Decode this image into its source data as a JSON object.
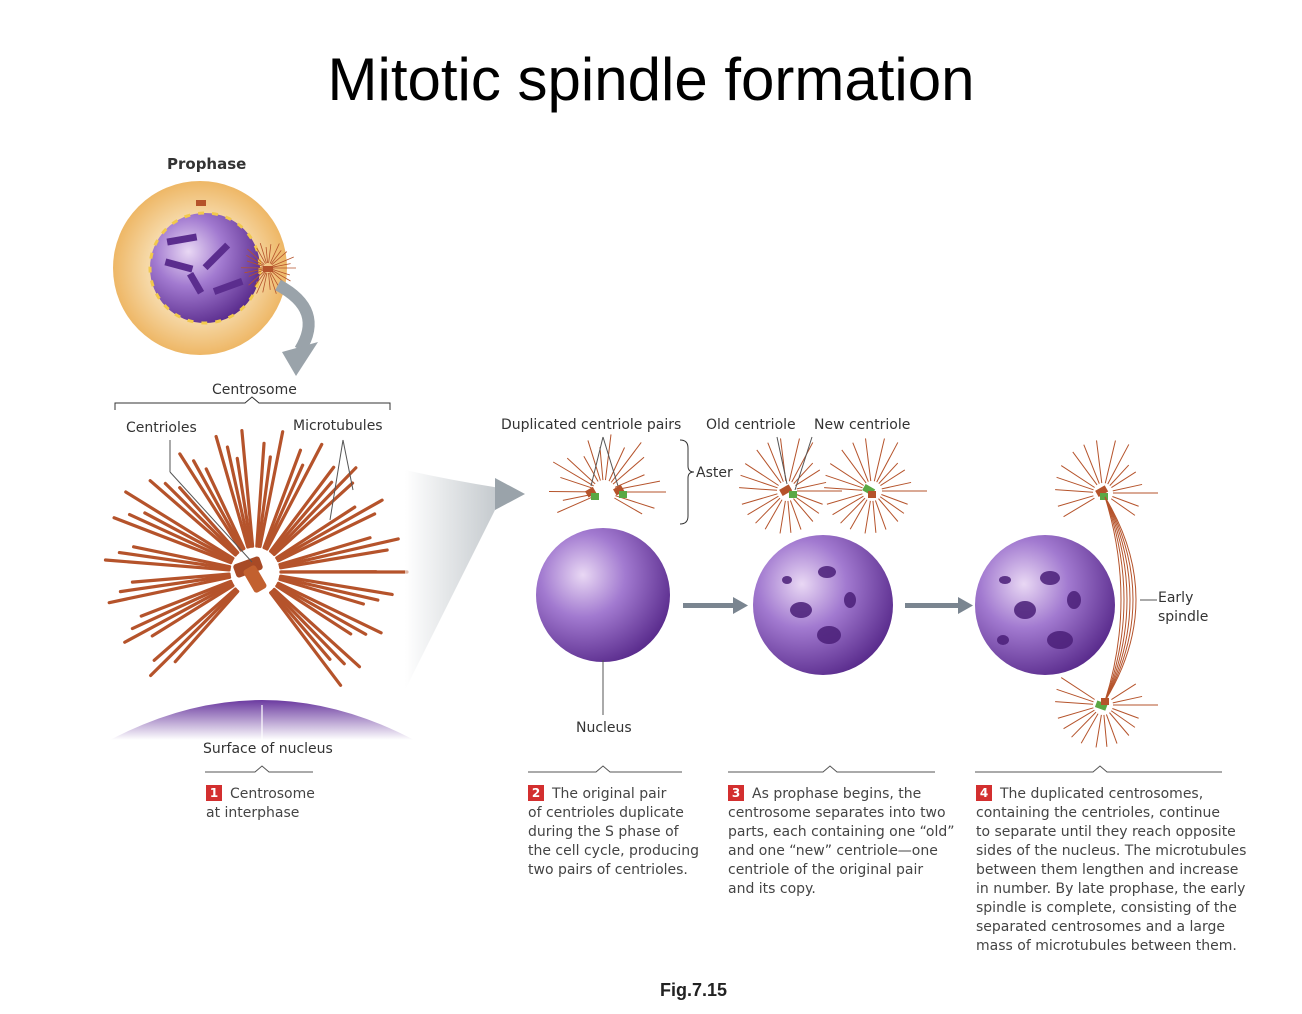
{
  "title": "Mitotic spindle formation",
  "figure_label": "Fig.7.15",
  "labels": {
    "prophase": "Prophase",
    "centrosome": "Centrosome",
    "centrioles": "Centrioles",
    "microtubules": "Microtubules",
    "surface_of_nucleus": "Surface of nucleus",
    "duplicated_centriole_pairs": "Duplicated centriole pairs",
    "aster": "Aster",
    "old_centriole": "Old centriole",
    "new_centriole": "New centriole",
    "nucleus": "Nucleus",
    "early_spindle_line1": "Early",
    "early_spindle_line2": "spindle"
  },
  "steps": [
    {
      "number": "1",
      "lines": [
        "Centrosome",
        "at interphase"
      ]
    },
    {
      "number": "2",
      "lines": [
        "The original pair",
        "of centrioles duplicate",
        "during the S phase of",
        "the cell cycle, producing",
        "two pairs of centrioles."
      ]
    },
    {
      "number": "3",
      "lines": [
        "As prophase begins, the",
        "centrosome separates into two",
        "parts, each containing one “old”",
        "and one “new” centriole—one",
        "centriole of the original pair",
        "and its copy."
      ]
    },
    {
      "number": "4",
      "lines": [
        "The duplicated centrosomes,",
        "containing the centrioles, continue",
        "to separate until they reach opposite",
        "sides of the nucleus. The microtubules",
        "between them lengthen and increase",
        "in number. By late prophase, the early",
        "spindle is complete, consisting of the",
        "separated centrosomes and a large",
        "mass of microtubules between them."
      ]
    }
  ],
  "colors": {
    "microtubule": "#b5532b",
    "nucleus_purple": "#7e4bb4",
    "cell_orange": "#f3c88b",
    "old_centriole": "#b5532b",
    "new_centriole": "#5aa844",
    "step_badge": "#d32f2f"
  }
}
